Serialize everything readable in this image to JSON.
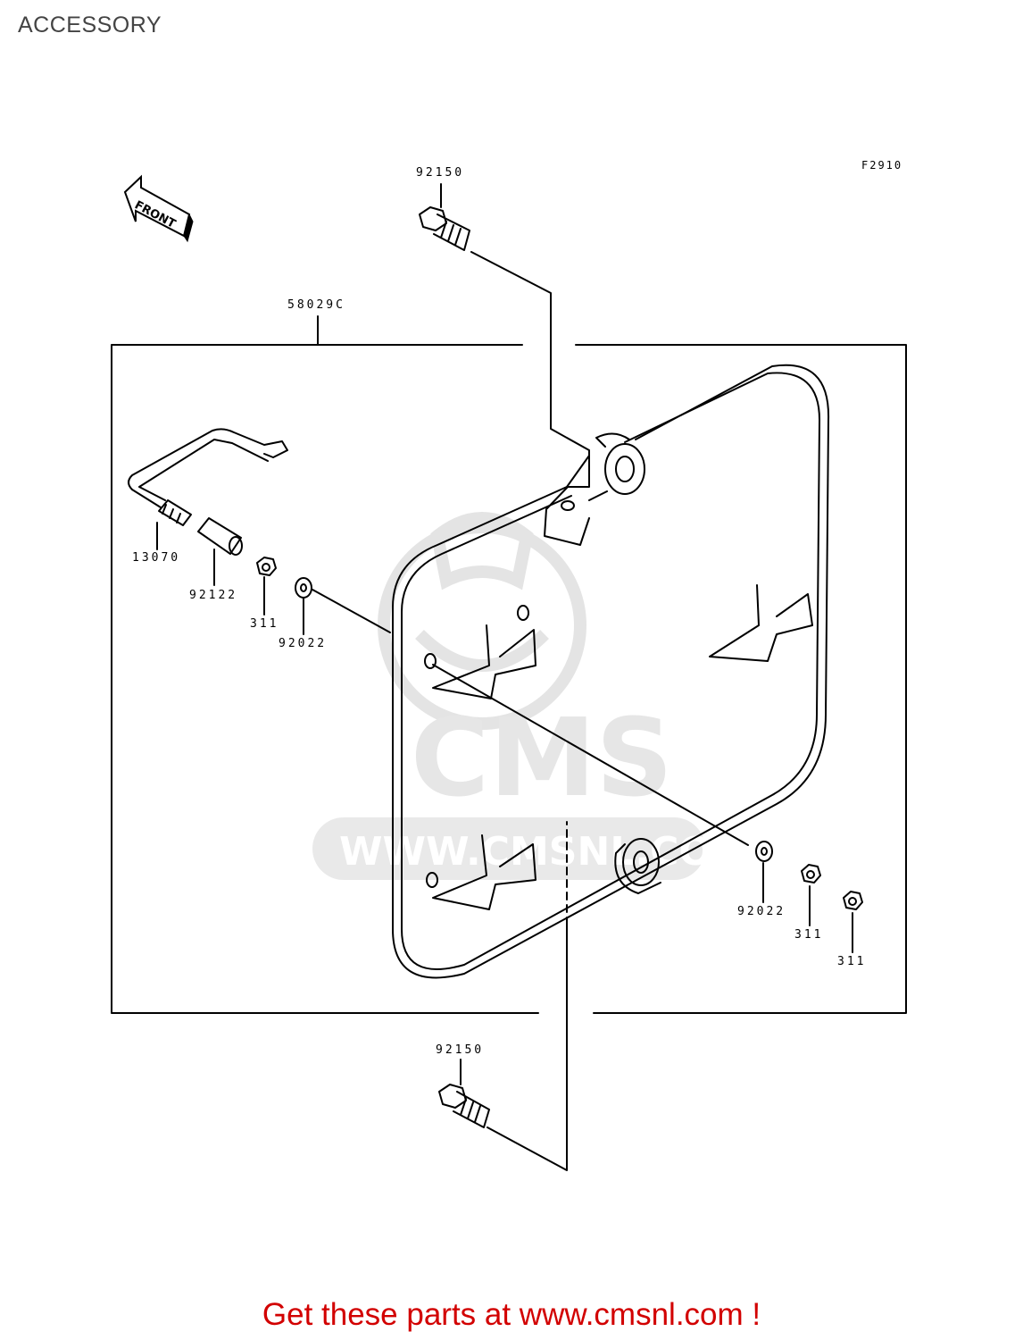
{
  "page": {
    "title": "ACCESSORY",
    "figure_code": "F2910"
  },
  "front_arrow": {
    "label": "FRONT"
  },
  "parts": {
    "bolt_top": "92150",
    "assembly": "58029C",
    "bracket": "13070",
    "collar": "92122",
    "nut_left": "311",
    "washer_left": "92022",
    "washer_right": "92022",
    "nut_right_1": "311",
    "nut_right_2": "311",
    "bolt_bottom": "92150"
  },
  "watermark": {
    "brand": "CMS",
    "url": "WWW.CMSNL.COM"
  },
  "promo": {
    "text": "Get these parts at www.cmsnl.com !"
  },
  "colors": {
    "promo": "#d20000",
    "line": "#000000",
    "watermark": "#e6e6e6"
  }
}
